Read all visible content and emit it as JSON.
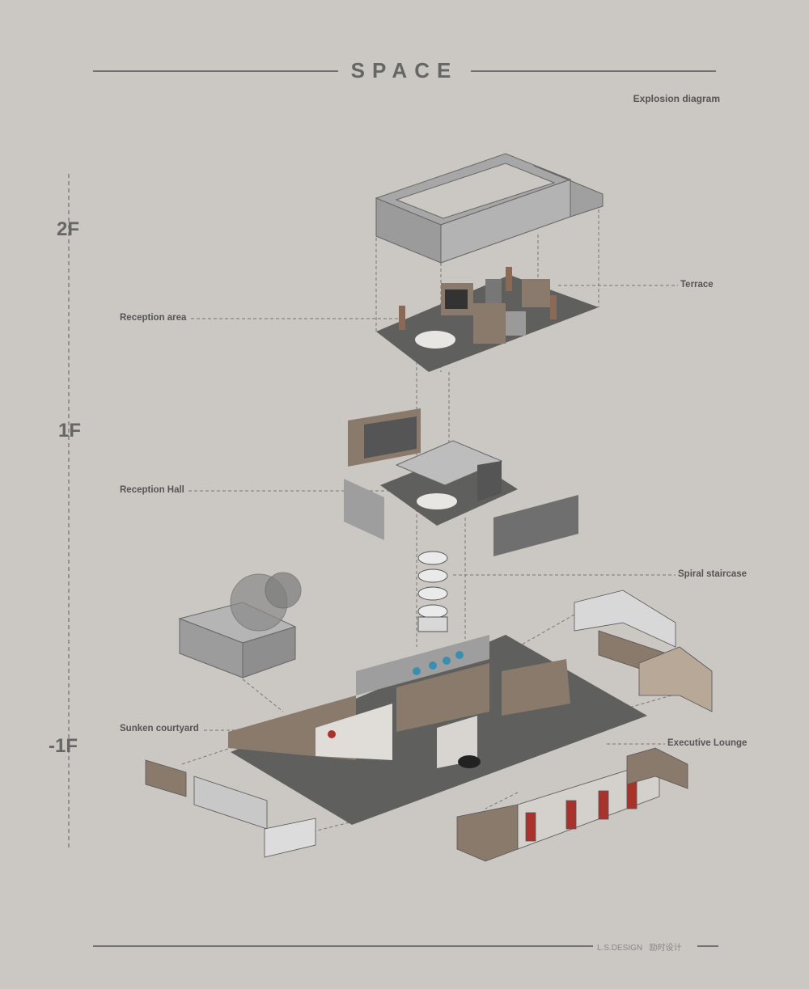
{
  "header": {
    "title": "SPACE",
    "subtitle": "Explosion diagram"
  },
  "levels": [
    "2F",
    "1F",
    "-1F"
  ],
  "labels": {
    "reception_area": "Reception area",
    "terrace": "Terrace",
    "reception_hall": "Reception Hall",
    "spiral_staircase": "Spiral staircase",
    "sunken_courtyard": "Sunken courtyard",
    "executive_lounge": "Executive Lounge"
  },
  "footer": {
    "brand": "L.S.DESIGN",
    "brand_cn": "励时设计"
  },
  "colors": {
    "background": "#cbc7c2",
    "floor": "#5f5f5d",
    "wood": "#8a7a6c",
    "accent_red": "#a8322c",
    "accent_blue": "#3a8fb0"
  }
}
